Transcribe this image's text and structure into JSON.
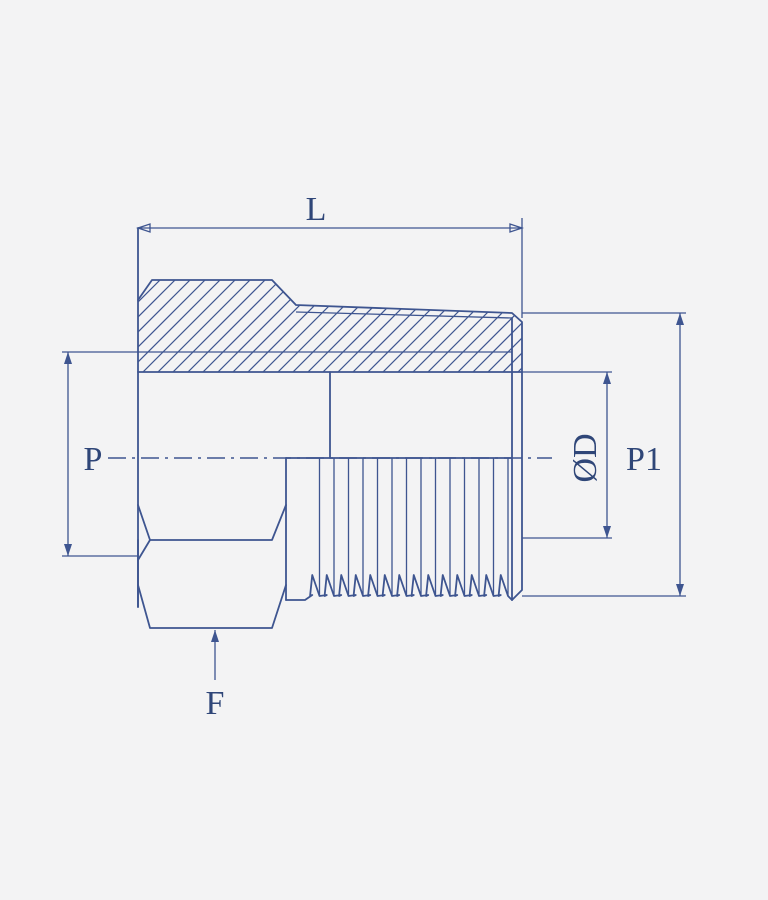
{
  "labels": {
    "length": "L",
    "port": "P",
    "port_outer": "P1",
    "bore_diameter": "ØD",
    "hex_flats": "F"
  },
  "colors": {
    "background": "#f3f3f4",
    "line": "#3e5590",
    "text": "#2f4678"
  }
}
